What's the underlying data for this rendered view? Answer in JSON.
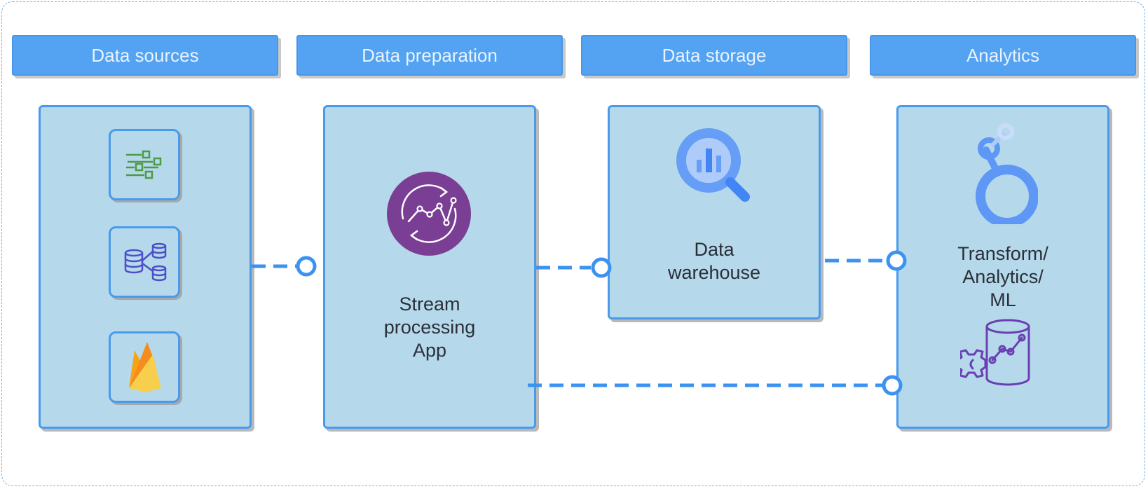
{
  "headers": [
    {
      "label": "Data sources"
    },
    {
      "label": "Data preparation"
    },
    {
      "label": "Data storage"
    },
    {
      "label": "Analytics"
    }
  ],
  "nodes": {
    "stream": {
      "label": "Stream\nprocessing\nApp",
      "icon": "dataflow-icon"
    },
    "warehouse": {
      "label": "Data\nwarehouse",
      "icon": "bigquery-icon"
    },
    "analytics": {
      "label": "Transform/\nAnalytics/\nML",
      "icon": "looker-icon"
    }
  },
  "source_icons": [
    "pubsub-icon",
    "database-replication-icon",
    "firebase-icon"
  ],
  "ml_icon": "ml-database-icon",
  "colors": {
    "header": "#54a3f3",
    "panel": "#b5d9ea",
    "border": "#4a9aec",
    "connector": "#3c92f0",
    "frame": "#6fb2ee"
  }
}
